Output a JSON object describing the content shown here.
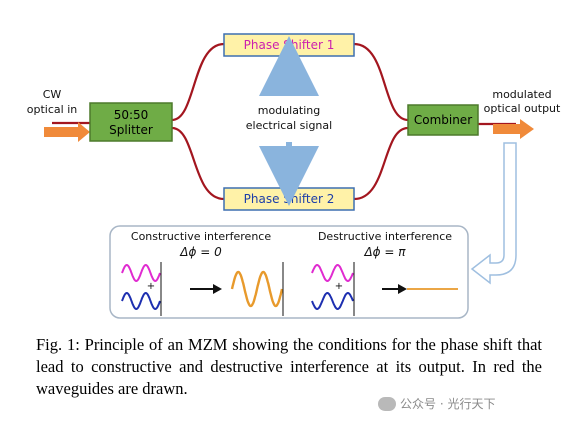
{
  "diagram": {
    "input_label_line1": "CW",
    "input_label_line2": "optical in",
    "splitter_line1": "50:50",
    "splitter_line2": "Splitter",
    "phase_shifter_1": "Phase Shifter 1",
    "phase_shifter_2": "Phase Shifter 2",
    "modulating_line1": "modulating",
    "modulating_line2": "electrical signal",
    "combiner": "Combiner",
    "output_label_line1": "modulated",
    "output_label_line2": "optical output"
  },
  "inset": {
    "constructive_title": "Constructive interference",
    "constructive_phase": "Δϕ = 0",
    "destructive_title": "Destructive interference",
    "destructive_phase": "Δϕ = π",
    "plus_sign": "+"
  },
  "caption": "Fig. 1: Principle of an MZM showing the conditions for the phase shift that lead to constructive and destructive interference at its output. In red the waveguides are drawn.",
  "watermark": "公众号 · 光行天下",
  "colors": {
    "waveguide": "#a3161f",
    "splitter_fill": "#6fac46",
    "splitter_border": "#4d7a2c",
    "phase_shifter_fill": "#fff2a8",
    "phase_shifter_border": "#3d6fb0",
    "phase_shifter_text": "#cc1fae",
    "arrow_blue": "#8ab4dd",
    "input_arrow": "#f08a3a",
    "wave_magenta": "#e02bd0",
    "wave_navy": "#1d2fb0",
    "wave_orange": "#e89a2c"
  }
}
